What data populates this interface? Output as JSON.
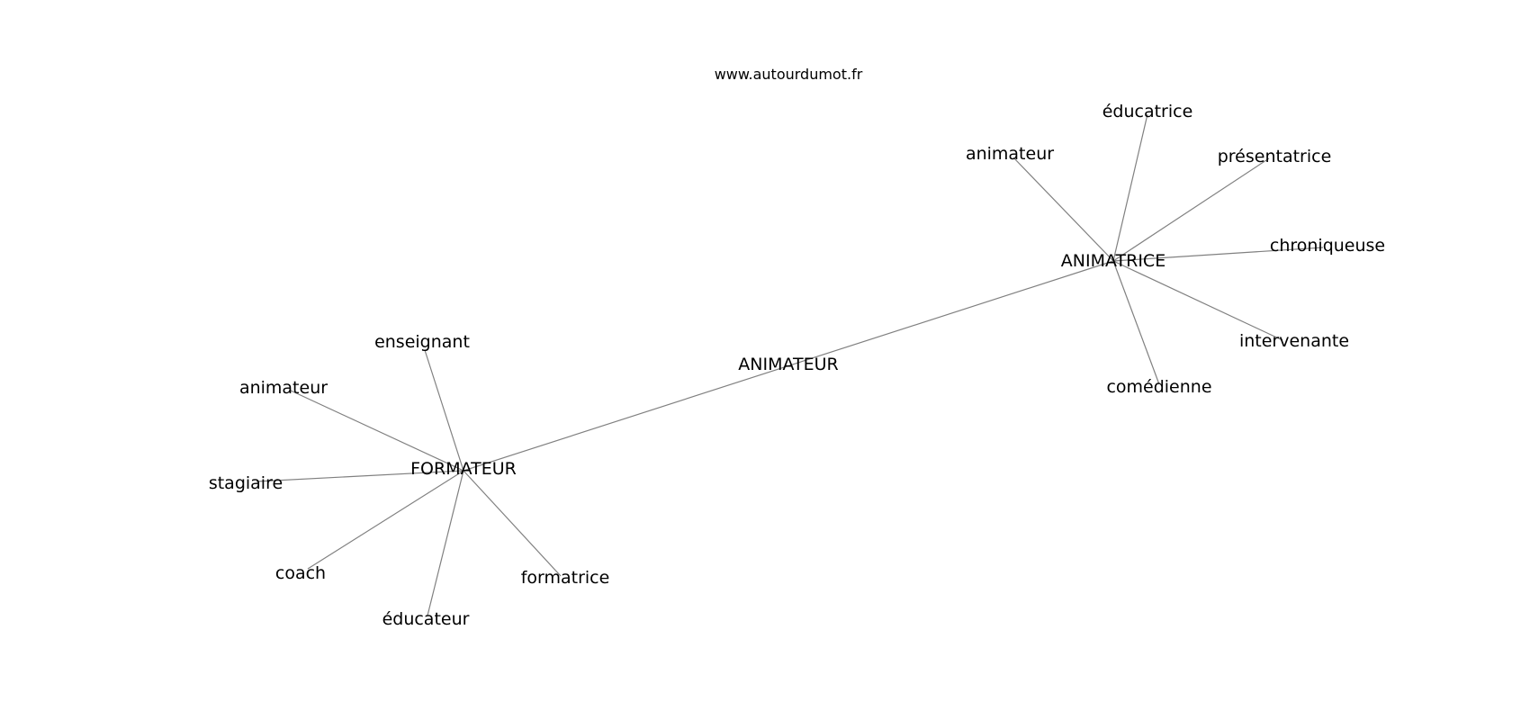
{
  "header": {
    "site": "www.autourdumot.fr"
  },
  "colors": {
    "edge": "#808080",
    "text": "#000000",
    "background": "#ffffff"
  },
  "graph": {
    "nodes": [
      {
        "id": "animateur_center",
        "label": "ANIMATEUR"
      },
      {
        "id": "animatrice",
        "label": "ANIMATRICE"
      },
      {
        "id": "formateur",
        "label": "FORMATEUR"
      },
      {
        "id": "educatrice",
        "label": "éducatrice"
      },
      {
        "id": "animateur_r",
        "label": "animateur"
      },
      {
        "id": "presentatrice",
        "label": "présentatrice"
      },
      {
        "id": "chroniqueuse",
        "label": "chroniqueuse"
      },
      {
        "id": "intervenante",
        "label": "intervenante"
      },
      {
        "id": "comedienne",
        "label": "comédienne"
      },
      {
        "id": "enseignant",
        "label": "enseignant"
      },
      {
        "id": "animateur_l",
        "label": "animateur"
      },
      {
        "id": "stagiaire",
        "label": "stagiaire"
      },
      {
        "id": "coach",
        "label": "coach"
      },
      {
        "id": "educateur",
        "label": "éducateur"
      },
      {
        "id": "formatrice",
        "label": "formatrice"
      }
    ],
    "edges": [
      [
        "formateur",
        "animatrice"
      ],
      [
        "animatrice",
        "animateur_r"
      ],
      [
        "animatrice",
        "educatrice"
      ],
      [
        "animatrice",
        "presentatrice"
      ],
      [
        "animatrice",
        "chroniqueuse"
      ],
      [
        "animatrice",
        "intervenante"
      ],
      [
        "animatrice",
        "comedienne"
      ],
      [
        "formateur",
        "enseignant"
      ],
      [
        "formateur",
        "animateur_l"
      ],
      [
        "formateur",
        "stagiaire"
      ],
      [
        "formateur",
        "coach"
      ],
      [
        "formateur",
        "educateur"
      ],
      [
        "formateur",
        "formatrice"
      ]
    ]
  }
}
